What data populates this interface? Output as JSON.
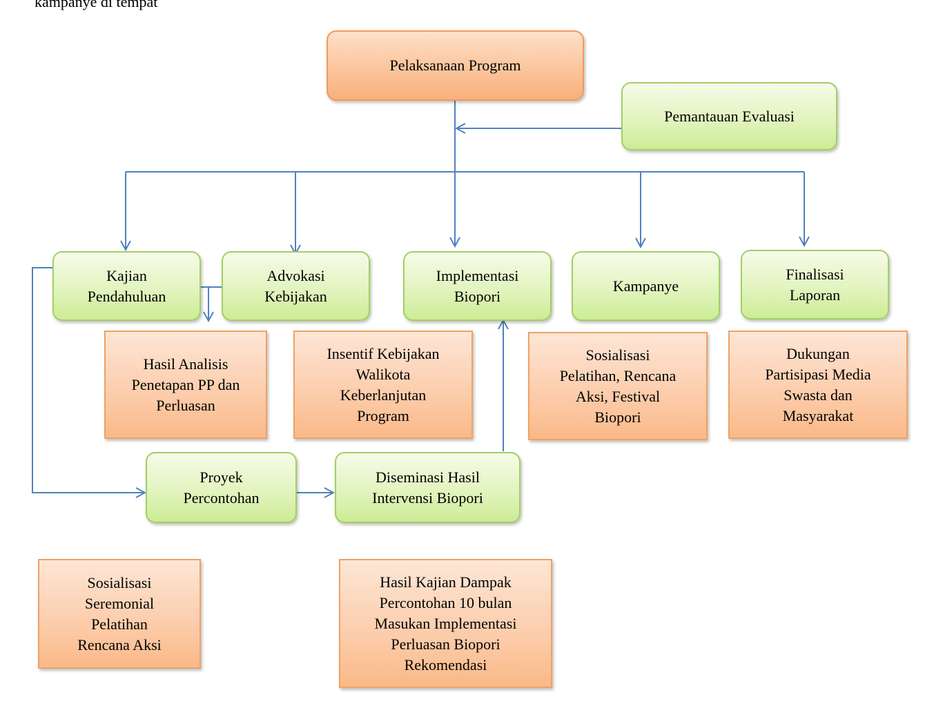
{
  "header_text": "kampanye di tempat",
  "nodes": {
    "pelaksanaan_program": "Pelaksanaan Program",
    "pemantauan_evaluasi": "Pemantauan Evaluasi",
    "kajian_pendahuluan": "Kajian\nPendahuluan",
    "advokasi_kebijakan": "Advokasi\nKebijakan",
    "implementasi_biopori": "Implementasi\nBiopori",
    "kampanye": "Kampanye",
    "finalisasi_laporan": "Finalisasi\nLaporan",
    "hasil_analisis": "Hasil Analisis\nPenetapan PP dan\nPerluasan",
    "insentif_kebijakan": "Insentif Kebijakan\nWalikota\nKeberlanjutan\nProgram",
    "sosialisasi_pelatihan": "Sosialisasi\nPelatihan, Rencana\nAksi, Festival\nBiopori",
    "dukungan_partisipasi": "Dukungan\nPartisipasi Media\nSwasta dan\nMasyarakat",
    "proyek_percontohan": "Proyek\nPercontohan",
    "diseminasi_hasil": "Diseminasi Hasil\nIntervensi Biopori",
    "sosialisasi_seremonial": "Sosialisasi\nSeremonial\nPelatihan\nRencana Aksi",
    "hasil_kajian_dampak": "Hasil Kajian Dampak\nPercontohan 10 bulan\nMasukan Implementasi\nPerluasan Biopori\nRekomendasi"
  },
  "colors": {
    "connector": "#4f81bd",
    "orange_fill": "#fbc59c",
    "green_fill": "#e2f4bf"
  }
}
